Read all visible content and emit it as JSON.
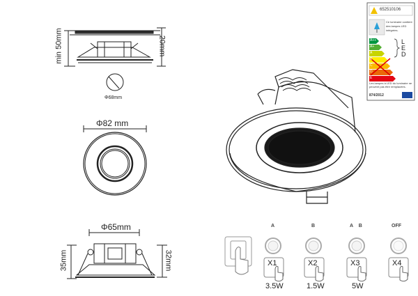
{
  "dimensions": {
    "top_height": "20mm",
    "top_min": "min 50mm",
    "cutout": "Φ68mm",
    "outer_diameter": "Φ82 mm",
    "inner_diameter": "Φ65mm",
    "side_left": "35mm",
    "side_right": "32mm"
  },
  "energy_label": {
    "model": "652510106",
    "text1": "Ce luminaire contient des lampes LED intégrées.",
    "classes": [
      "A++",
      "A+",
      "A",
      "B",
      "C",
      "D",
      "E"
    ],
    "led_letters": [
      "L",
      "E",
      "D"
    ],
    "text2": "Les lampes à LED du luminaire ne peuvent pas être remplacées.",
    "regulation": "874/2012"
  },
  "modes": [
    {
      "badge": "A",
      "label": "X1",
      "watt": "3.5W"
    },
    {
      "badge": "B",
      "label": "X2",
      "watt": "1.5W"
    },
    {
      "badge": "A B",
      "label": "X3",
      "watt": "5W"
    },
    {
      "badge": "OFF",
      "label": "X4",
      "watt": ""
    }
  ]
}
